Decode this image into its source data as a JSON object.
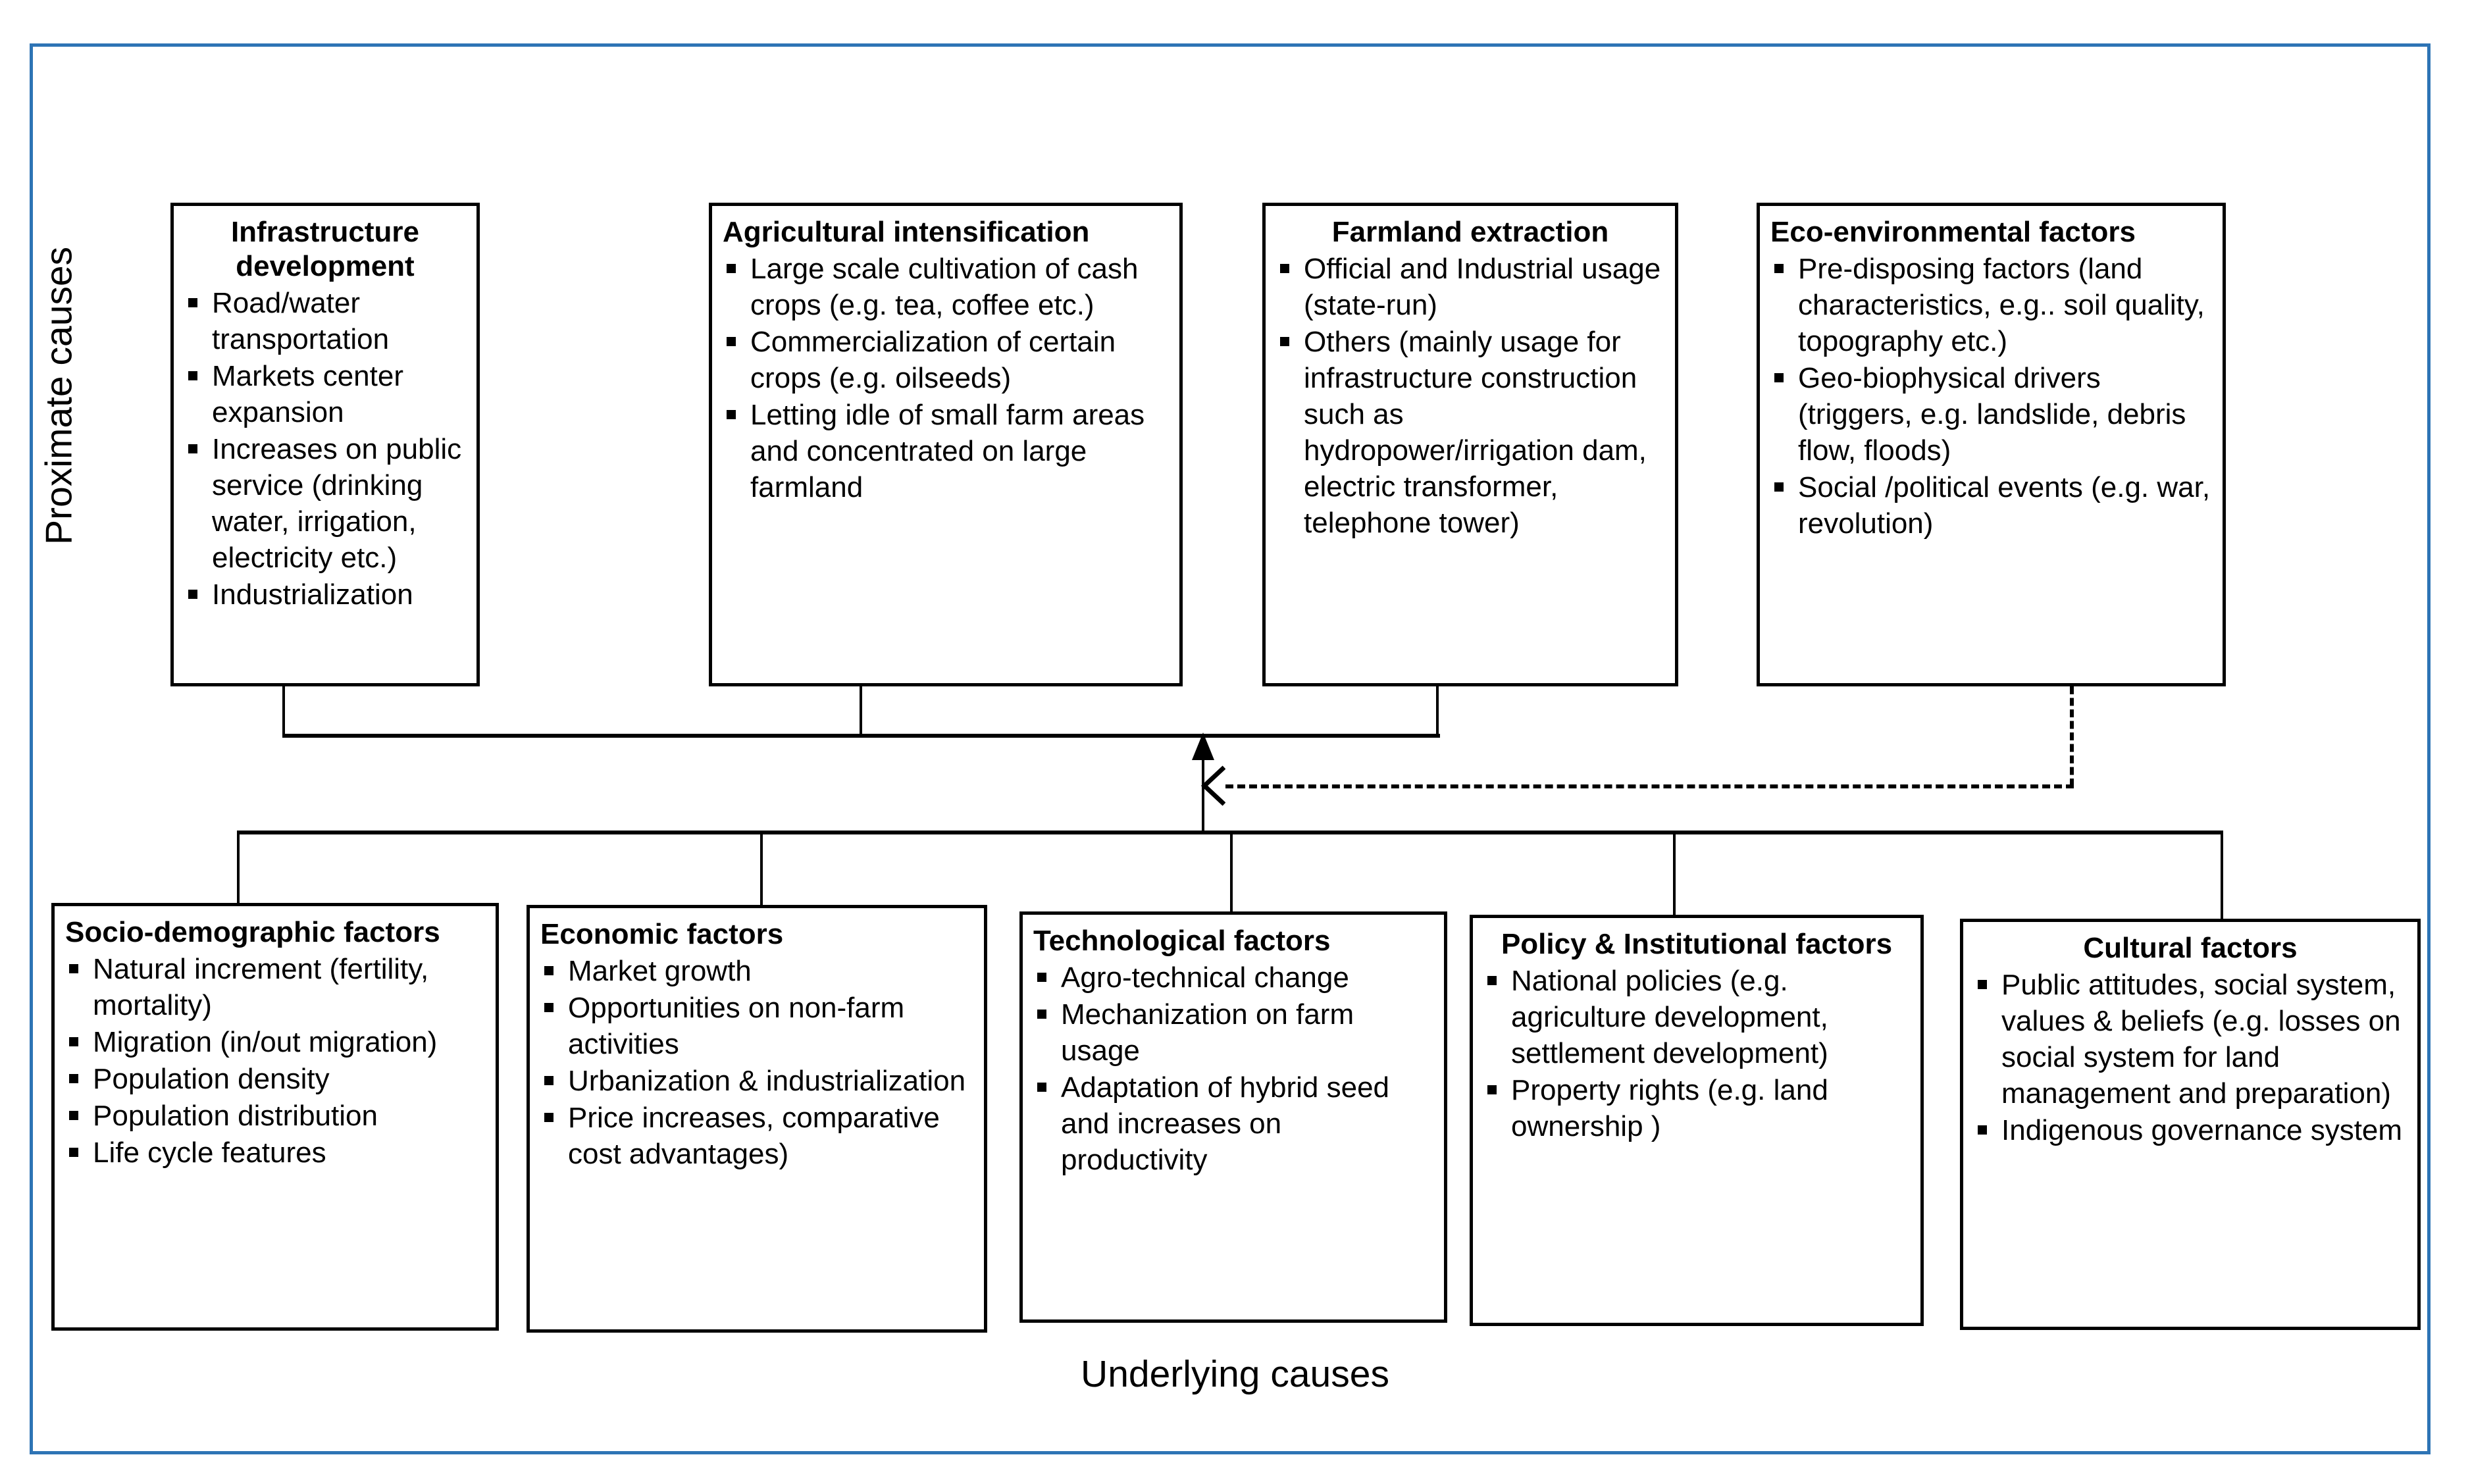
{
  "labels": {
    "proximate": "Proximate causes",
    "underlying": "Underlying causes"
  },
  "colors": {
    "outer_frame": "#2E74B5",
    "box_border": "#000000",
    "connector": "#000000",
    "background": "#FFFFFF"
  },
  "proximate_causes": [
    {
      "title": "Infrastructure development",
      "title_align": "center",
      "bullets": [
        "Road/water transportation",
        "Markets center expansion",
        "Increases on public service (drinking water, irrigation, electricity etc.)",
        "Industrialization"
      ]
    },
    {
      "title": "Agricultural intensification",
      "title_align": "left",
      "bullets": [
        "Large scale cultivation of cash crops (e.g. tea, coffee etc.)",
        "Commercialization of certain crops (e.g. oilseeds)",
        "Letting idle of small farm areas and concentrated on large farmland"
      ]
    },
    {
      "title": "Farmland extraction",
      "title_align": "center",
      "bullets": [
        "Official and Industrial usage (state-run)",
        "Others (mainly usage for infrastructure construction such as hydropower/irrigation dam, electric transformer, telephone tower)"
      ]
    },
    {
      "title": "Eco-environmental factors",
      "title_align": "left",
      "bullets": [
        "Pre-disposing  factors (land characteristics, e.g.. soil quality, topography etc.)",
        "Geo-biophysical drivers (triggers, e.g. landslide, debris flow, floods)",
        "Social /political events (e.g. war, revolution)"
      ]
    }
  ],
  "underlying_causes": [
    {
      "title": "Socio-demographic factors",
      "title_align": "left",
      "bullets": [
        "Natural increment (fertility, mortality)",
        "Migration (in/out migration)",
        "Population density",
        "Population distribution",
        "Life cycle features"
      ]
    },
    {
      "title": "Economic factors",
      "title_align": "left",
      "bullets": [
        "Market growth",
        "Opportunities on non-farm activities",
        "Urbanization & industrialization",
        "Price increases, comparative cost advantages)"
      ]
    },
    {
      "title": "Technological factors",
      "title_align": "left",
      "bullets": [
        "Agro-technical change",
        "Mechanization on farm usage",
        "Adaptation of hybrid seed and increases on productivity"
      ]
    },
    {
      "title": "Policy & Institutional factors",
      "title_align": "center",
      "bullets": [
        "National policies (e.g. agriculture development, settlement development)",
        "Property rights (e.g. land ownership )"
      ]
    },
    {
      "title": "Cultural factors",
      "title_align": "center",
      "bullets": [
        "Public attitudes, social system, values & beliefs (e.g. losses on social system for land management and preparation)",
        "Indigenous governance system"
      ]
    }
  ],
  "connectors": {
    "solid_arrow_up": "underlying-to-proximate",
    "dashed_arrow_left": "eco-environmental-to-proximate-hub"
  }
}
